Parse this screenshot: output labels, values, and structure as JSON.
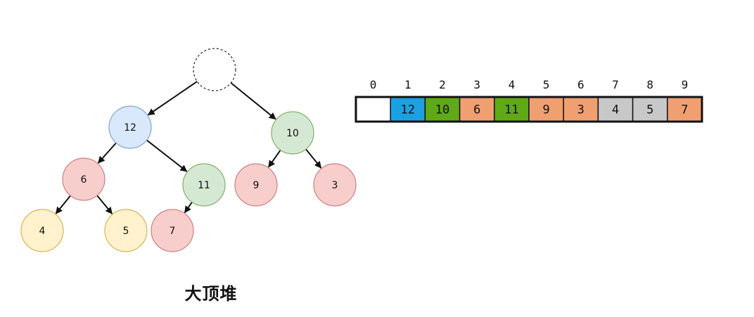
{
  "title": "大顶堆",
  "colors": {
    "edge": "#111111",
    "root_placeholder_stroke": "#222222",
    "level1_fill": "#dae8fc",
    "level1_stroke": "#7ea6e0",
    "green_fill": "#d5e8d4",
    "green_stroke": "#82b366",
    "red_fill": "#f8cecc",
    "red_stroke": "#d08080",
    "yellow_fill": "#fff2cc",
    "yellow_stroke": "#d6b656",
    "cell_empty": "#ffffff",
    "cell_blue": "#1ba1e2",
    "cell_green": "#60a917",
    "cell_orange": "#f0a070",
    "cell_gray": "#c8c8c8"
  },
  "tree": {
    "nodes": [
      {
        "id": "root",
        "label": "",
        "style": "placeholder"
      },
      {
        "id": "n12",
        "label": "12",
        "style": "blue"
      },
      {
        "id": "n10",
        "label": "10",
        "style": "green"
      },
      {
        "id": "n6",
        "label": "6",
        "style": "red"
      },
      {
        "id": "n11",
        "label": "11",
        "style": "green"
      },
      {
        "id": "n9",
        "label": "9",
        "style": "red"
      },
      {
        "id": "n3",
        "label": "3",
        "style": "red"
      },
      {
        "id": "n4",
        "label": "4",
        "style": "yellow"
      },
      {
        "id": "n5",
        "label": "5",
        "style": "yellow"
      },
      {
        "id": "n7",
        "label": "7",
        "style": "red"
      }
    ],
    "edges": [
      {
        "from": "root",
        "to": "n12"
      },
      {
        "from": "root",
        "to": "n10"
      },
      {
        "from": "n12",
        "to": "n6"
      },
      {
        "from": "n12",
        "to": "n11"
      },
      {
        "from": "n10",
        "to": "n9"
      },
      {
        "from": "n10",
        "to": "n3"
      },
      {
        "from": "n6",
        "to": "n4"
      },
      {
        "from": "n6",
        "to": "n5"
      },
      {
        "from": "n11",
        "to": "n7"
      }
    ]
  },
  "array": {
    "indices": [
      "0",
      "1",
      "2",
      "3",
      "4",
      "5",
      "6",
      "7",
      "8",
      "9"
    ],
    "cells": [
      {
        "value": "",
        "color": "empty"
      },
      {
        "value": "12",
        "color": "blue"
      },
      {
        "value": "10",
        "color": "green"
      },
      {
        "value": "6",
        "color": "orange"
      },
      {
        "value": "11",
        "color": "green"
      },
      {
        "value": "9",
        "color": "orange"
      },
      {
        "value": "3",
        "color": "orange"
      },
      {
        "value": "4",
        "color": "gray"
      },
      {
        "value": "5",
        "color": "gray"
      },
      {
        "value": "7",
        "color": "orange"
      }
    ]
  }
}
